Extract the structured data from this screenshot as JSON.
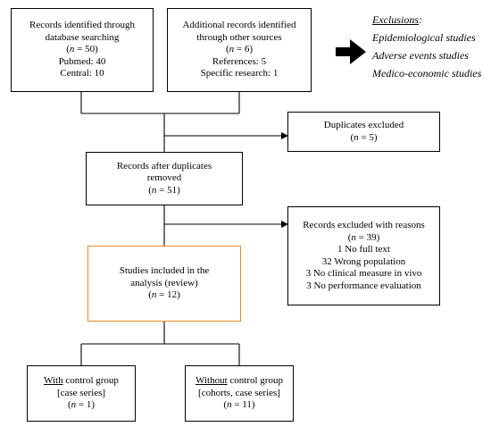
{
  "boxes": {
    "database": {
      "title1": "Records identified through",
      "title2": "database searching",
      "n_label": "n",
      "n_value": " = 50)",
      "line_pubmed": "Pubmed: 40",
      "line_central": "Central: 10"
    },
    "other_sources": {
      "title1": "Additional records identified",
      "title2": "through other sources",
      "n_label": "n",
      "n_value": " = 6)",
      "line_references": "References: 5",
      "line_specific": "Specific research: 1"
    },
    "duplicates": {
      "title": "Duplicates excluded",
      "n_label": "n",
      "n_value": " = 5)"
    },
    "after_duplicates": {
      "title1": "Records after duplicates",
      "title2": "removed",
      "n_label": "n",
      "n_value": " = 51)"
    },
    "excluded_reasons": {
      "title": "Records excluded with reasons",
      "n_label": "n",
      "n_value": " = 39)",
      "reasons": [
        "1 No full text",
        "32 Wrong population",
        "3 No clinical measure in vivo",
        "3 No performance evaluation"
      ]
    },
    "included": {
      "title1": "Studies included in the",
      "title2": "analysis (review)",
      "n_label": "n",
      "n_value": " = 12)"
    },
    "with_control": {
      "emph": "With",
      "rest": " control group",
      "sub": "[case series]",
      "n_label": "n",
      "n_value": " = 1)"
    },
    "without_control": {
      "emph": "Without",
      "rest": " control group",
      "sub": "[cohorts, case series]",
      "n_label": "n",
      "n_value": " = 11)"
    }
  },
  "exclusions": {
    "heading": "Exclusions",
    "heading_suffix": ":",
    "items": [
      "Epidemiological studies",
      "Adverse events studies",
      "Medico-economic studies"
    ]
  },
  "colors": {
    "border": "#000000",
    "highlight_border": "#e8892b"
  }
}
